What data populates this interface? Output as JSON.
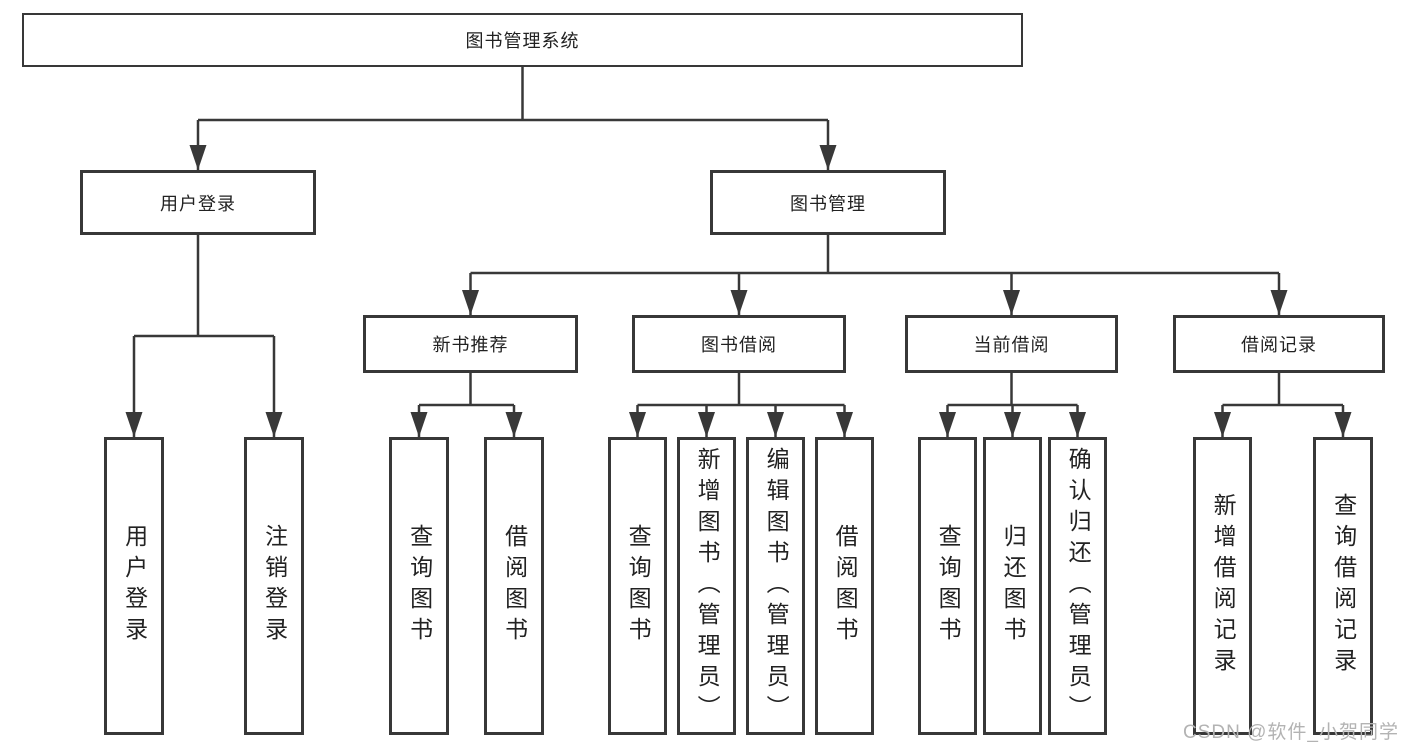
{
  "diagram": {
    "tree": {
      "label": "图书管理系统",
      "children": [
        {
          "label": "用户登录",
          "children": [
            {
              "label": "用户登录"
            },
            {
              "label": "注销登录"
            }
          ]
        },
        {
          "label": "图书管理",
          "children": [
            {
              "label": "新书推荐",
              "children": [
                {
                  "label": "查询图书"
                },
                {
                  "label": "借阅图书"
                }
              ]
            },
            {
              "label": "图书借阅",
              "children": [
                {
                  "label": "查询图书"
                },
                {
                  "label": "新增图书（管理员）"
                },
                {
                  "label": "编辑图书（管理员）"
                },
                {
                  "label": "借阅图书"
                }
              ]
            },
            {
              "label": "当前借阅",
              "children": [
                {
                  "label": "查询图书"
                },
                {
                  "label": "归还图书"
                },
                {
                  "label": "确认归还（管理员）"
                }
              ]
            },
            {
              "label": "借阅记录",
              "children": [
                {
                  "label": "新增借阅记录"
                },
                {
                  "label": "查询借阅记录"
                }
              ]
            }
          ]
        }
      ]
    }
  },
  "watermark": {
    "text": "CSDN @软件_小贺同学"
  },
  "colors": {
    "line": "#383838",
    "text": "#222222",
    "watermark": "#b3b3b3",
    "background": "#ffffff"
  }
}
